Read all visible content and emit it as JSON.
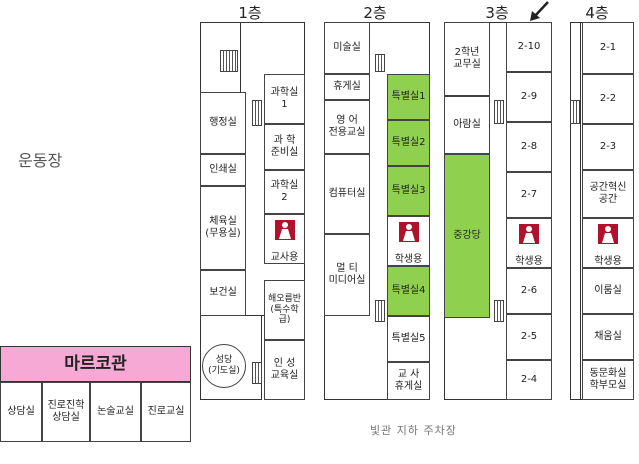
{
  "floors": {
    "f1": "1층",
    "f2": "2층",
    "f3": "3층",
    "f4": "4층"
  },
  "arrow_icon": "arrow-down-left-icon",
  "playground": "운동장",
  "parking": "빛관 지하 주차장",
  "b1": {
    "left": [
      "행정실",
      "인쇄실",
      "체육실\n(무용실)",
      "보건실"
    ],
    "right": [
      "과학실\n1",
      "과  학\n준비실",
      "과학실\n2",
      "교사용",
      "해오름반\n(특수학급)",
      "인   성\n교육실"
    ],
    "chapel": "성당\n(기도실)"
  },
  "b2": {
    "left": [
      "미술실",
      "휴게실",
      "영      어\n전용교실",
      "컴퓨터실",
      "멀     티\n미디어실"
    ],
    "right": [
      "특별실1",
      "특별실2",
      "특별실3",
      "학생용",
      "특별실4",
      "특별실5",
      "교    사\n휴게실"
    ]
  },
  "b3": {
    "left": [
      "2학년\n교무실",
      "아람실",
      "중강당"
    ],
    "right": [
      "2-10",
      "2-9",
      "2-8",
      "2-7",
      "학생용",
      "2-6",
      "2-5",
      "2-4"
    ]
  },
  "b4": {
    "right": [
      "2-1",
      "2-2",
      "2-3",
      "공간혁신\n공간",
      "학생용",
      "이룸실",
      "채움실",
      "동문화실\n학부모실"
    ]
  },
  "maruko": {
    "title": "마르코관",
    "rooms": [
      "상담실",
      "진로진학\n상담실",
      "논술교실",
      "진로교실"
    ]
  },
  "colors": {
    "green": "#8fd14f",
    "pink": "#f7a9d6"
  }
}
